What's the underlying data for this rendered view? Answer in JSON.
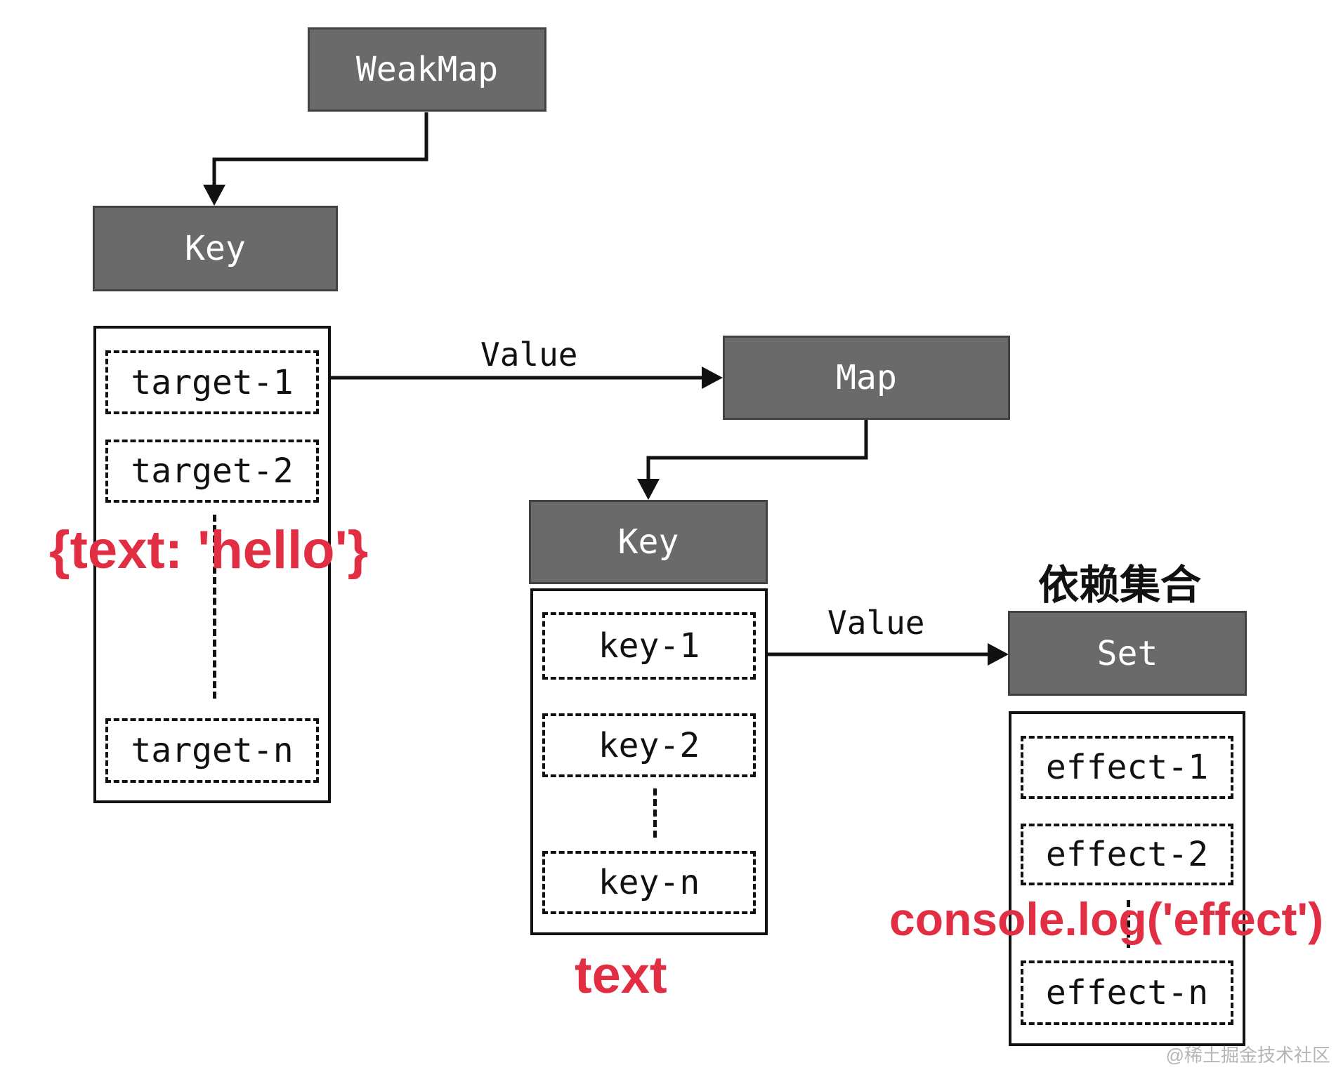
{
  "nodes": {
    "weakmap": {
      "label": "WeakMap"
    },
    "key1": {
      "label": "Key"
    },
    "map": {
      "label": "Map"
    },
    "key2": {
      "label": "Key"
    },
    "set": {
      "label": "Set"
    }
  },
  "groups": {
    "targets": {
      "items": [
        "target-1",
        "target-2",
        "target-n"
      ]
    },
    "keys": {
      "items": [
        "key-1",
        "key-2",
        "key-n"
      ]
    },
    "effects": {
      "items": [
        "effect-1",
        "effect-2",
        "effect-n"
      ]
    }
  },
  "edge_labels": {
    "value1": "Value",
    "value2": "Value"
  },
  "annotations": {
    "hello_note": "{text: 'hello'}",
    "text_note": "text",
    "console_note": "console.log('effect')",
    "dep_set": "依赖集合"
  },
  "watermark": "@稀土掘金技术社区",
  "colors": {
    "node_fill": "#6a6a6a",
    "node_border": "#424242",
    "node_text": "#ffffff",
    "line": "#111111",
    "red_accent": "#e12e43",
    "watermark_gray": "#b5b5b5"
  }
}
